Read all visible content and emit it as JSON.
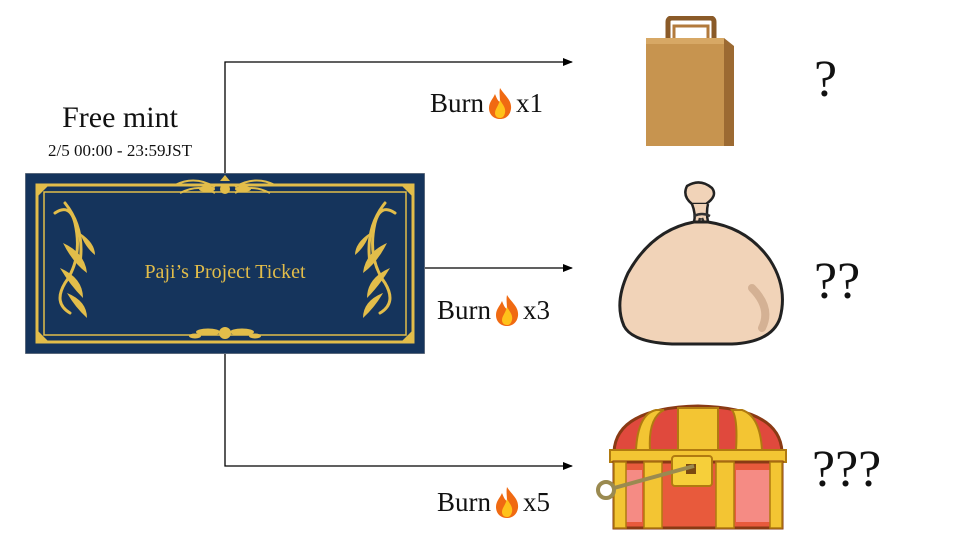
{
  "mint": {
    "title": "Free mint",
    "schedule": "2/5 00:00 - 23:59JST"
  },
  "ticket": {
    "label": "Paji’s Project Ticket",
    "colors": {
      "background": "#15345c",
      "ornament": "#e2bd4a"
    }
  },
  "paths": [
    {
      "burn_label": "Burn",
      "multiplier": "x1",
      "reward_icon": "paper-bag-icon",
      "reward_text": "?"
    },
    {
      "burn_label": "Burn",
      "multiplier": "x3",
      "reward_icon": "sack-icon",
      "reward_text": "??"
    },
    {
      "burn_label": "Burn",
      "multiplier": "x5",
      "reward_icon": "treasure-chest-icon",
      "reward_text": "???"
    }
  ],
  "burn_icon": "fire-icon"
}
